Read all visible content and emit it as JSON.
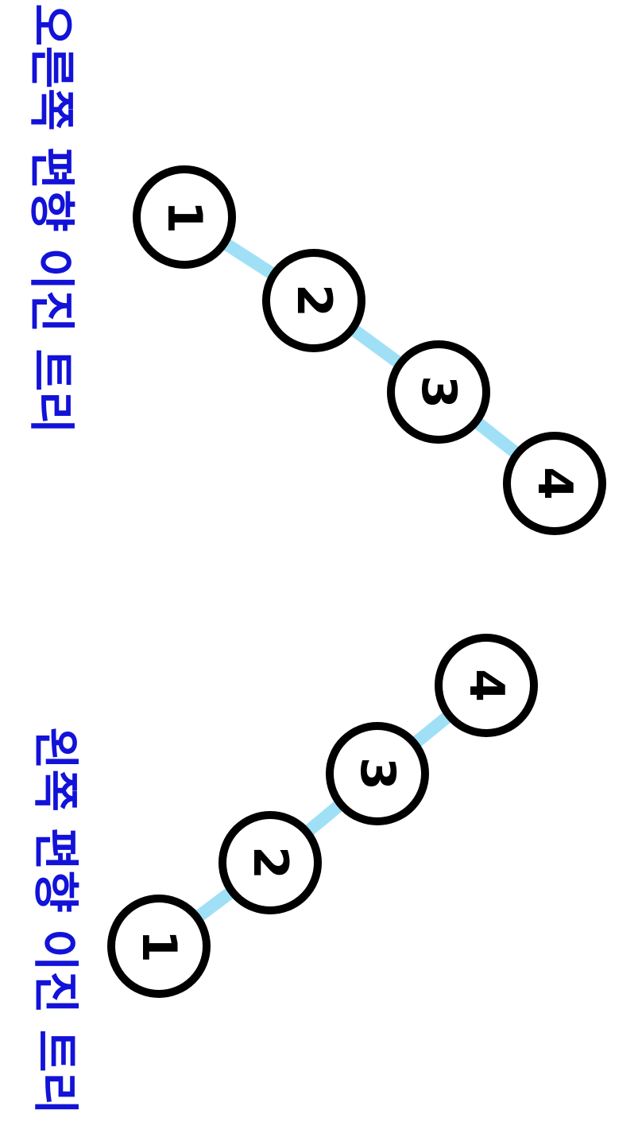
{
  "diagrams": [
    {
      "caption": "오른쪽 편향 이진 트리",
      "edge_color": "#9fe0f6",
      "nodes": [
        "1",
        "2",
        "3",
        "4"
      ]
    },
    {
      "caption": "왼쪽 편향 이진 트리",
      "edge_color": "#9fe0f6",
      "nodes": [
        "1",
        "2",
        "3",
        "4"
      ]
    }
  ],
  "colors": {
    "caption": "#1212d8",
    "node_stroke": "#000000",
    "node_fill": "#ffffff",
    "label": "#000000"
  }
}
